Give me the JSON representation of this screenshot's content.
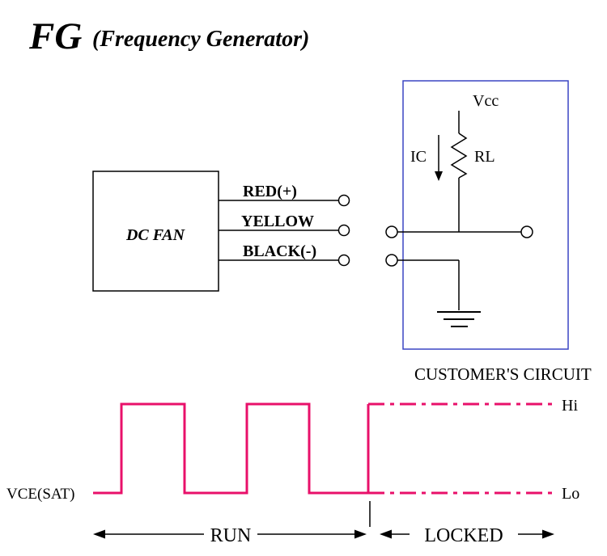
{
  "title": {
    "main": "FG",
    "subtitle": "(Frequency Generator)"
  },
  "dc_fan": {
    "label": "DC FAN"
  },
  "wires": {
    "red_label": "RED(+)",
    "yellow_label": "YELLOW",
    "black_label": "BLACK(-)"
  },
  "customer_circuit": {
    "caption": "CUSTOMER'S CIRCUIT",
    "vcc_label": "Vcc",
    "rl_label": "RL",
    "ic_label": "IC"
  },
  "waveform": {
    "axis_label": "VCE(SAT)",
    "hi_label": "Hi",
    "lo_label": "Lo",
    "run_label": "RUN",
    "locked_label": "LOCKED"
  },
  "colors": {
    "waveform_pink": "#E8106A",
    "red_wire_text": "#E8106A",
    "yellow_wire_text": "#F7EC13",
    "run_locked_text": "#E8106A",
    "customer_box_blue": "#3A45C4",
    "line_black": "#000000"
  }
}
